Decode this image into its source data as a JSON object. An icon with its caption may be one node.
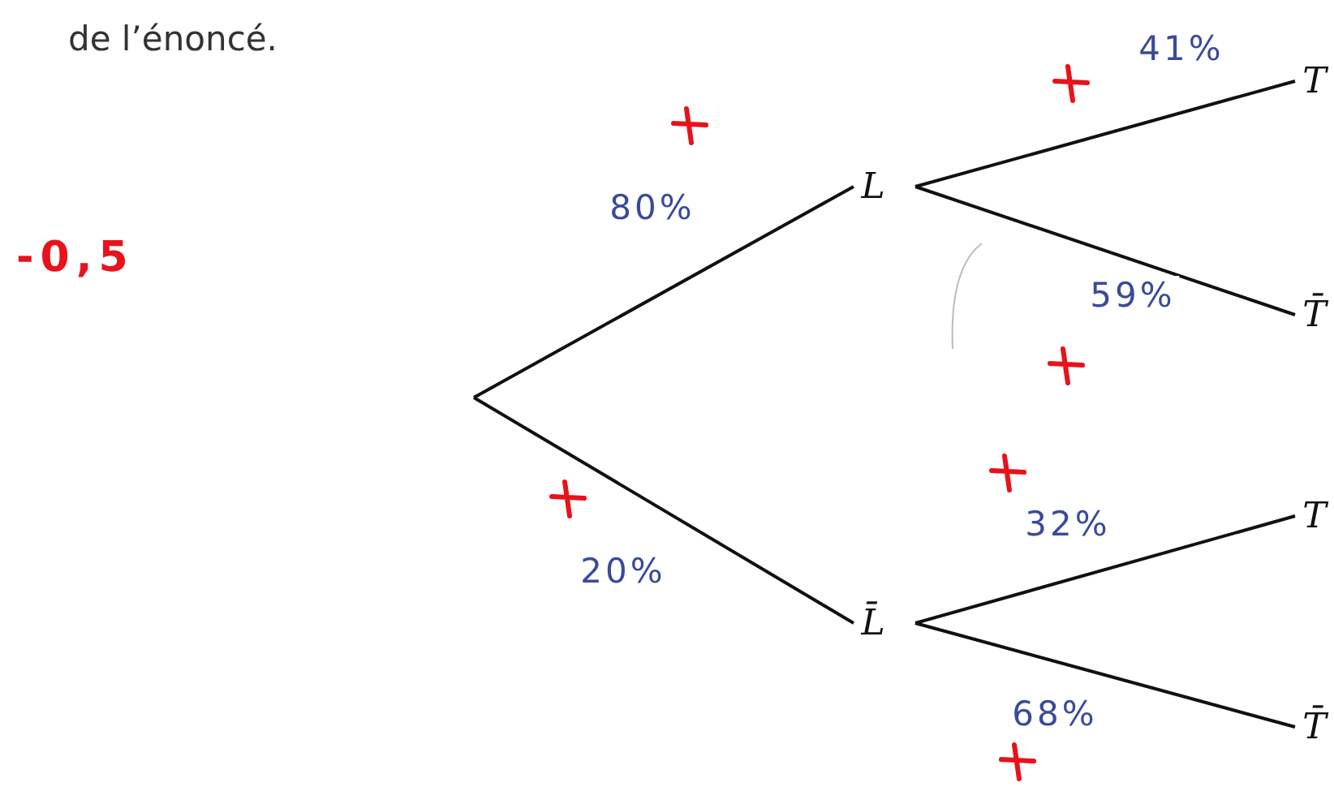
{
  "diagram": {
    "nodes": [
      {
        "text": [
          "L"
        ]
      },
      {
        "text": [
          "L̄"
        ]
      },
      {
        "text": [
          "T"
        ]
      },
      {
        "text": [
          "T̄"
        ]
      },
      {
        "text": [
          "T"
        ]
      },
      {
        "text": [
          "T̄"
        ]
      }
    ],
    "edges": [
      {
        "from": null,
        "to": 0,
        "arrow": "none",
        "label": "80%"
      },
      {
        "from": null,
        "to": 1,
        "arrow": "none",
        "label": "20%"
      },
      {
        "from": 0,
        "to": 2,
        "arrow": "none",
        "label": "41%"
      },
      {
        "from": 0,
        "to": 3,
        "arrow": "none",
        "label": "59%"
      },
      {
        "from": 1,
        "to": 4,
        "arrow": "none",
        "label": "32%"
      },
      {
        "from": 1,
        "to": 5,
        "arrow": "none",
        "label": "68%"
      }
    ],
    "labels": [
      "de l’énoncé.",
      "-0,5"
    ]
  }
}
